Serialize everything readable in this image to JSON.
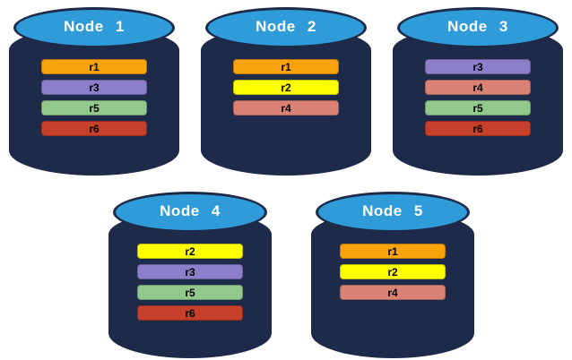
{
  "colors": {
    "background": "#FFFFFF",
    "cylinder_body": "#1D2A4A",
    "cylinder_top": "#2F9BD8",
    "node_label_text": "#FFFFFF",
    "replica_label_text": "#000000",
    "replica_colors": {
      "r1": "#F9A30B",
      "r2": "#FEFE00",
      "r3": "#8C7EC8",
      "r4": "#DA8276",
      "r5": "#92C88E",
      "r6": "#C6402B"
    }
  },
  "nodes": [
    {
      "label": "Node 1",
      "replicas": [
        "r1",
        "r3",
        "r5",
        "r6"
      ]
    },
    {
      "label": "Node 2",
      "replicas": [
        "r1",
        "r2",
        "r4"
      ]
    },
    {
      "label": "Node 3",
      "replicas": [
        "r3",
        "r4",
        "r5",
        "r6"
      ]
    },
    {
      "label": "Node 4",
      "replicas": [
        "r2",
        "r3",
        "r5",
        "r6"
      ]
    },
    {
      "label": "Node 5",
      "replicas": [
        "r1",
        "r2",
        "r4"
      ]
    }
  ]
}
